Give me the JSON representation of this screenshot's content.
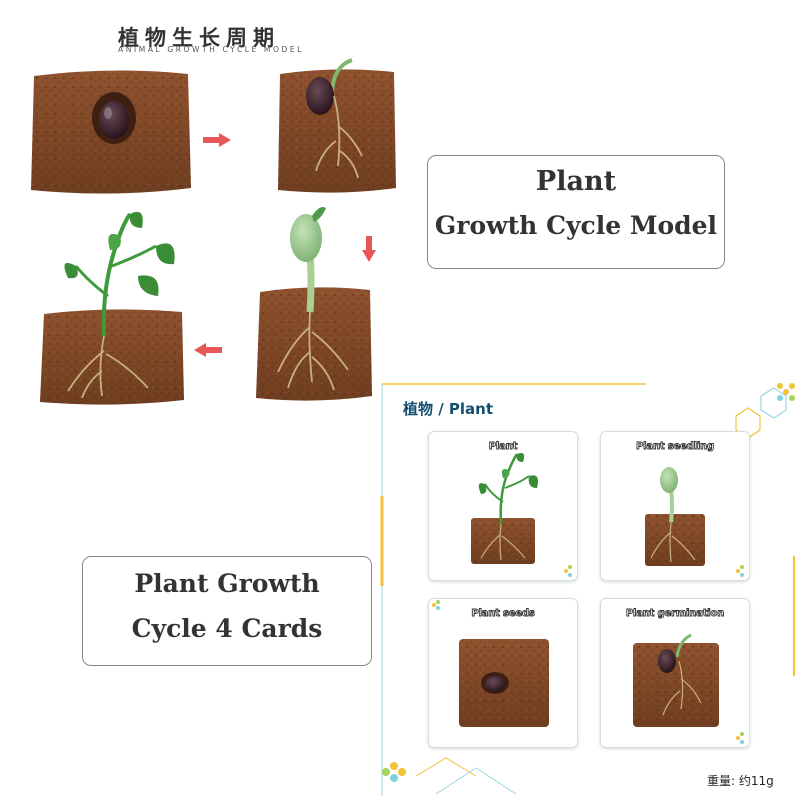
{
  "header": {
    "title_cn": "植物生长周期",
    "title_en": "ANIMAL GROWTH CYCLE MODEL"
  },
  "box_model": {
    "line1": "Plant",
    "line2": "Growth Cycle Model"
  },
  "box_cards": {
    "line1": "Plant Growth",
    "line2": "Cycle 4 Cards"
  },
  "card_panel": {
    "title": "植物 / Plant",
    "cards": [
      {
        "label": "Plant"
      },
      {
        "label": "Plant seedling"
      },
      {
        "label": "Plant seeds"
      },
      {
        "label": "Plant germination"
      }
    ]
  },
  "footer": {
    "weight": "重量: 约11g"
  },
  "colors": {
    "soil": "#8a4e2c",
    "soil_dark": "#6b3a1f",
    "leaf": "#3f9a3a",
    "seedling": "#8fc48a",
    "arrow": "#e33a3a",
    "panel_title": "#14506e",
    "accent_cyan": "#7fd3e0",
    "accent_yellow": "#f2c23a"
  }
}
